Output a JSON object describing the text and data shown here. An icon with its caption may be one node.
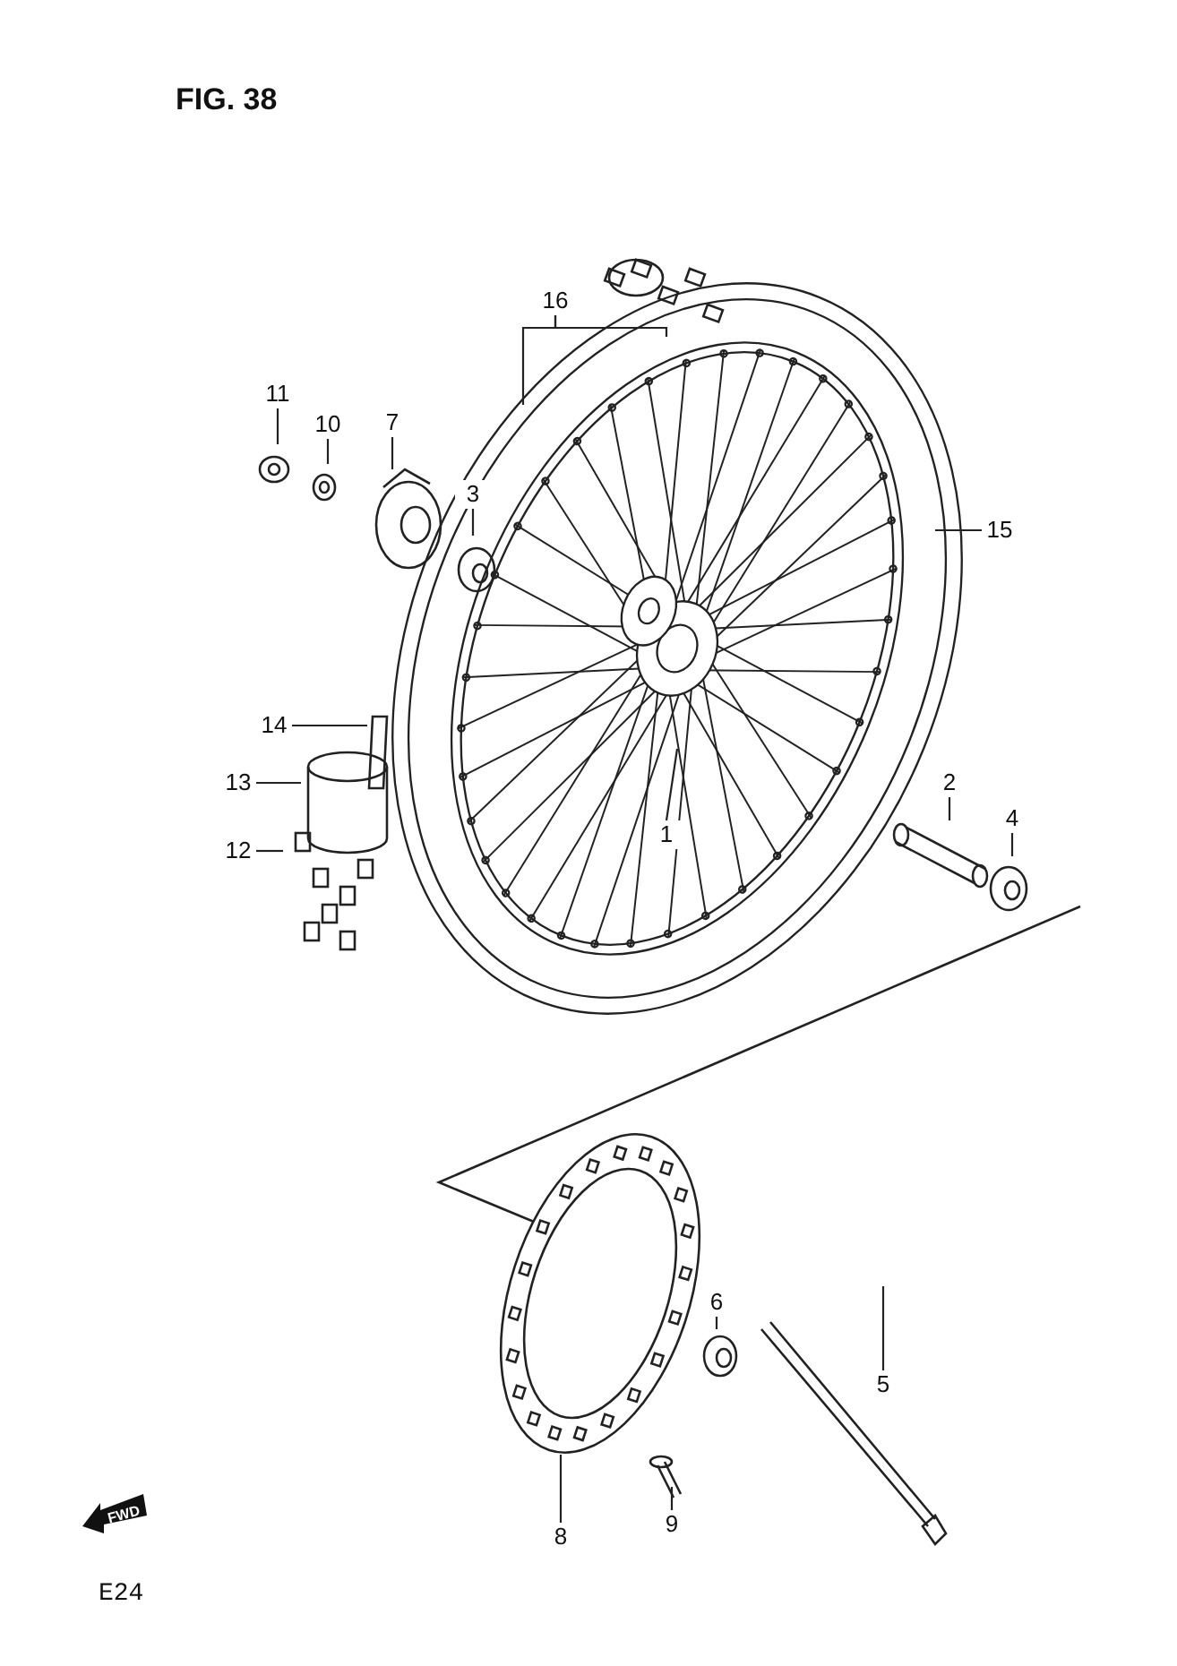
{
  "diagram": {
    "nodes": [
      {
        "text": [
          "16"
        ]
      },
      {
        "text": [
          "11"
        ]
      },
      {
        "text": [
          "10"
        ]
      },
      {
        "text": [
          "7"
        ]
      },
      {
        "text": [
          "3"
        ]
      },
      {
        "text": [
          "15"
        ]
      },
      {
        "text": [
          "14"
        ]
      },
      {
        "text": [
          "13"
        ]
      },
      {
        "text": [
          "1"
        ]
      },
      {
        "text": [
          "2"
        ]
      },
      {
        "text": [
          "12"
        ]
      },
      {
        "text": [
          "4"
        ]
      },
      {
        "text": [
          "6"
        ]
      },
      {
        "text": [
          "5"
        ]
      },
      {
        "text": [
          "9"
        ]
      },
      {
        "text": [
          "8"
        ]
      }
    ],
    "edges": [
      {
        "from": 0,
        "to": null,
        "arrow": "none"
      },
      {
        "from": 0,
        "to": null,
        "arrow": "none"
      },
      {
        "from": 1,
        "to": null,
        "arrow": "none"
      },
      {
        "from": 2,
        "to": null,
        "arrow": "none"
      },
      {
        "from": 3,
        "to": null,
        "arrow": "none"
      },
      {
        "from": 4,
        "to": null,
        "arrow": "none"
      },
      {
        "from": 5,
        "to": null,
        "arrow": "none"
      },
      {
        "from": 6,
        "to": null,
        "arrow": "none"
      },
      {
        "from": 7,
        "to": null,
        "arrow": "none"
      },
      {
        "from": 8,
        "to": null,
        "arrow": "none"
      },
      {
        "from": 9,
        "to": null,
        "arrow": "none"
      },
      {
        "from": 10,
        "to": null,
        "arrow": "none"
      },
      {
        "from": 11,
        "to": null,
        "arrow": "none"
      },
      {
        "from": 12,
        "to": null,
        "arrow": "none"
      },
      {
        "from": 13,
        "to": null,
        "arrow": "none"
      },
      {
        "from": 14,
        "to": null,
        "arrow": "none"
      },
      {
        "from": 15,
        "to": null,
        "arrow": "none"
      }
    ],
    "labels": [
      "FIG. 38",
      "FWD",
      "E24"
    ]
  }
}
